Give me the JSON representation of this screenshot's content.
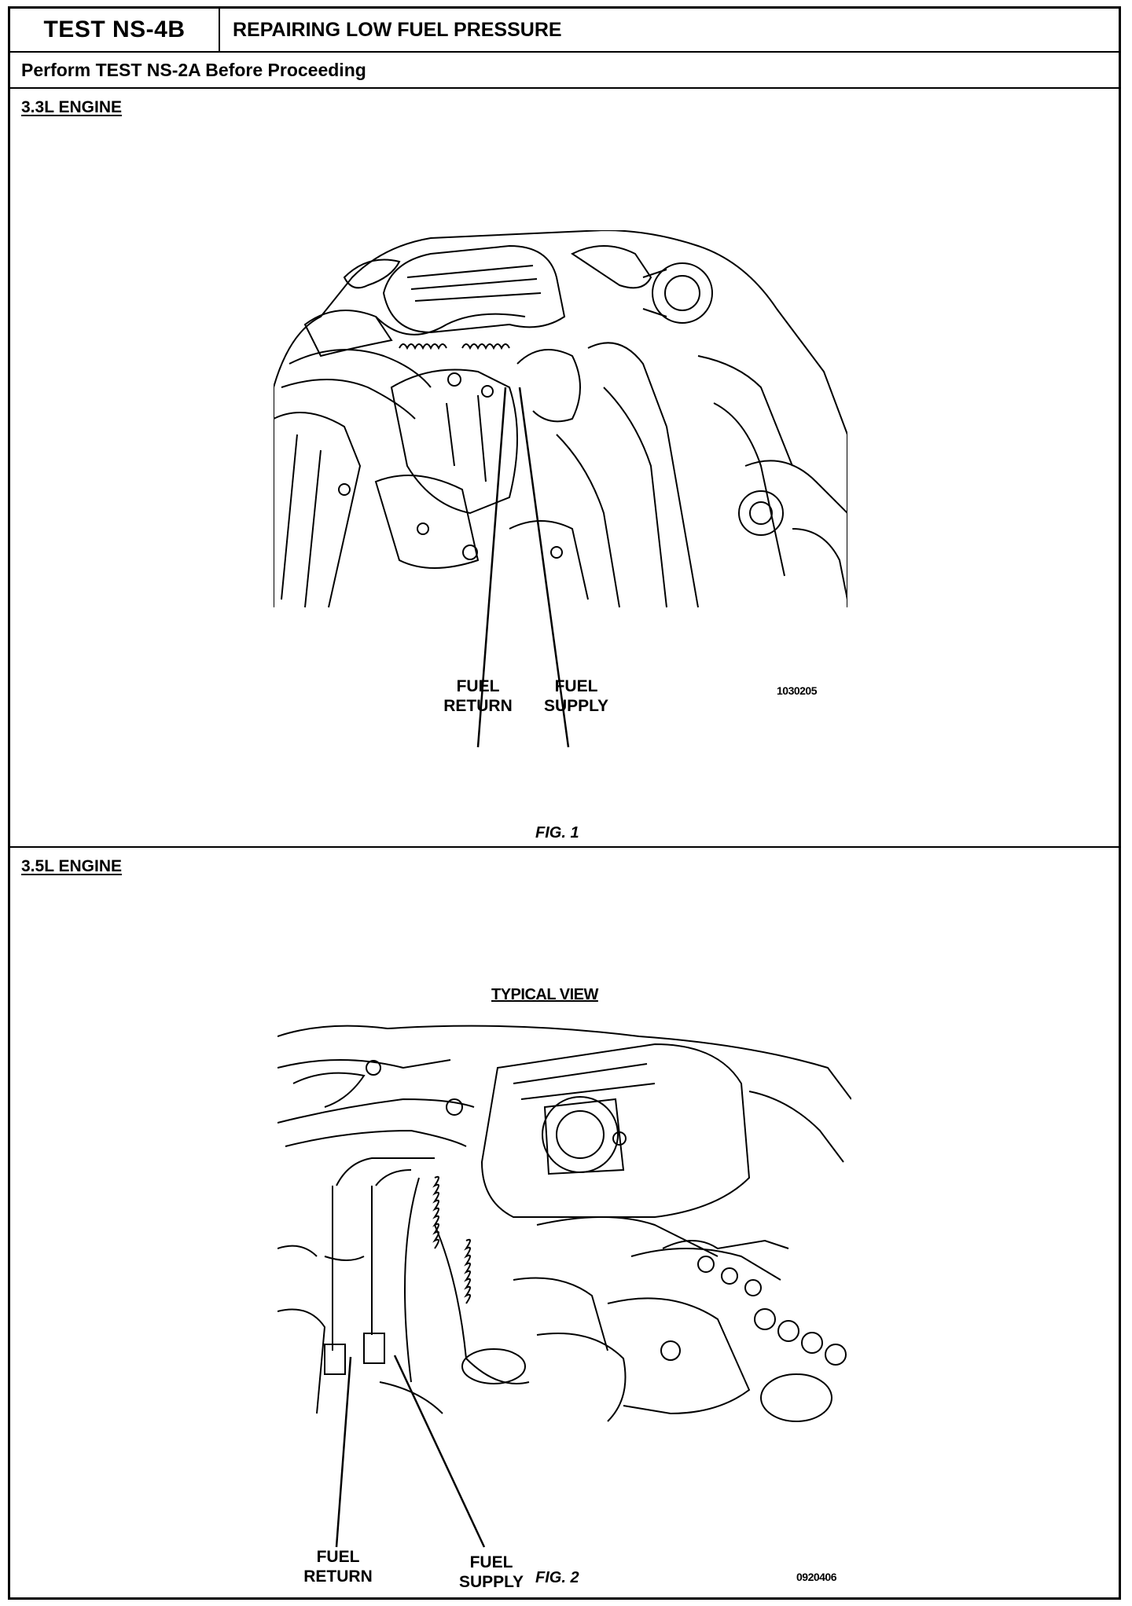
{
  "header": {
    "test_id": "TEST NS-4B",
    "title": "REPAIRING LOW FUEL PRESSURE"
  },
  "prerequisite": "Perform TEST NS-2A Before Proceeding",
  "sections": [
    {
      "label": "3.3L ENGINE",
      "figure": {
        "caption": "FIG. 1",
        "image_code": "1030205",
        "callouts": [
          {
            "line1": "FUEL",
            "line2": "RETURN"
          },
          {
            "line1": "FUEL",
            "line2": "SUPPLY"
          }
        ]
      }
    },
    {
      "label": "3.5L ENGINE",
      "figure": {
        "caption": "FIG. 2",
        "view_label": "TYPICAL VIEW",
        "image_code": "0920406",
        "callouts": [
          {
            "line1": "FUEL",
            "line2": "RETURN"
          },
          {
            "line1": "FUEL",
            "line2": "SUPPLY"
          }
        ]
      }
    }
  ]
}
